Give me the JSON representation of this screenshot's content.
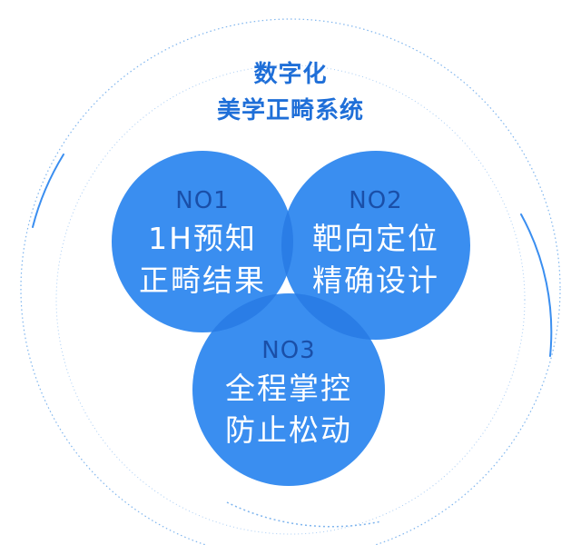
{
  "title": {
    "line1": "数字化",
    "line2": "美学正畸系统"
  },
  "circles": [
    {
      "number": "NO1",
      "line1": "1H预知",
      "line2": "正畸结果"
    },
    {
      "number": "NO2",
      "line1": "靶向定位",
      "line2": "精确设计"
    },
    {
      "number": "NO3",
      "line1": "全程掌控",
      "line2": "防止松动"
    }
  ],
  "colors": {
    "title": "#1f6fd8",
    "circle_fill": "#3a8ef0",
    "circle_overlap": "#2a7de6",
    "number_text": "#1a4fa8",
    "ring_line": "#7fb5ee"
  }
}
